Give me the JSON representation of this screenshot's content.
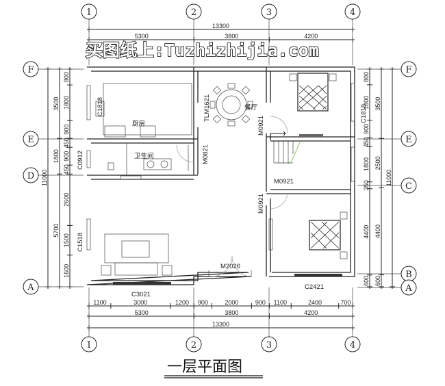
{
  "title": "一层平面图",
  "watermark": "买图纸上:Tuzhizhijia.com",
  "axes": {
    "columns": [
      "1",
      "2",
      "3",
      "4"
    ],
    "rows_left": [
      "F",
      "E",
      "D",
      "A"
    ],
    "rows_right": [
      "F",
      "E",
      "C",
      "B",
      "A"
    ]
  },
  "dimensions": {
    "top_total": [
      13300
    ],
    "top_bays": [
      5300,
      3800,
      4200
    ],
    "bottom_segments": [
      1100,
      3000,
      1200,
      900,
      2000,
      900,
      1100,
      2400,
      700
    ],
    "bottom_bays": [
      5300,
      3800,
      4200
    ],
    "bottom_total": [
      13300
    ],
    "left_total": [
      11000
    ],
    "left_bays": [
      3500,
      1800,
      5700
    ],
    "left_segments": [
      800,
      1800,
      900,
      450,
      900,
      450,
      2600,
      1500,
      1600
    ],
    "right_segments": [
      800,
      1800,
      900,
      450,
      1800,
      350,
      4400,
      600
    ],
    "right_bays": [
      3500,
      2500,
      4400,
      600
    ],
    "right_total": [
      11000
    ]
  },
  "openings": {
    "window_c3021": "C3021",
    "window_c2421": "C2421",
    "window_c1518": "C1518",
    "window_c0912": "C0912",
    "window_c1818": "C1818",
    "window_kitchen": "C1818",
    "door_m2026": "M2026",
    "door_m0821": "M0821",
    "door_tlm1621": "TLM1621",
    "door_m0921_bed1": "M0921",
    "door_m0921_stair": "M0921",
    "door_m0921_bed2": "M0921"
  },
  "rooms": {
    "kitchen": "厨房",
    "bathroom": "卫生间",
    "dining": "餐厅"
  },
  "colors": {
    "line": "#222222",
    "stair_arrow": "#66bb33"
  }
}
